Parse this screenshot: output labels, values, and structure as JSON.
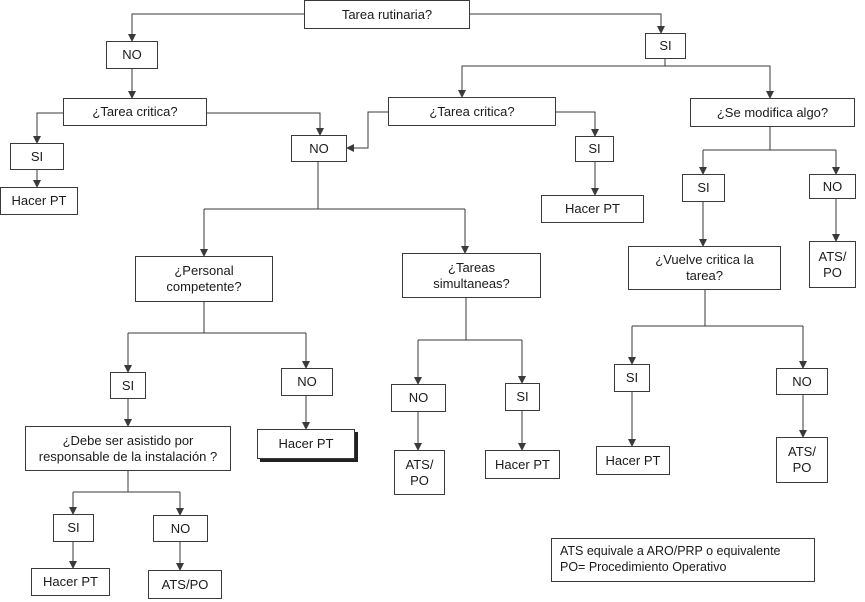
{
  "nodes": {
    "root": "Tarea rutinaria?",
    "no_top": "NO",
    "si_top": "SI",
    "crit_left": "¿Tarea critica?",
    "crit_mid": "¿Tarea critica?",
    "modifica": "¿Se modifica algo?",
    "si_left": "SI",
    "hacer_pt_left": "Hacer PT",
    "no_center": "NO",
    "si_mid": "SI",
    "hacer_pt_mid": "Hacer PT",
    "si_mod": "SI",
    "no_mod": "NO",
    "ats_po_mod": "ATS/\nPO",
    "personal": "¿Personal\ncompetente?",
    "tareas_sim": "¿Tareas\nsimultaneas?",
    "vuelve": "¿Vuelve critica la\ntarea?",
    "si_pers": "SI",
    "no_pers": "NO",
    "hacer_pt_pers": "Hacer PT",
    "no_sim": "NO",
    "si_sim": "SI",
    "ats_po_sim": "ATS/\nPO",
    "hacer_pt_sim": "Hacer PT",
    "si_vuelve": "SI",
    "no_vuelve": "NO",
    "hacer_pt_vuelve": "Hacer PT",
    "ats_po_vuelve": "ATS/\nPO",
    "asistido": "¿Debe ser asistido por\nresponsable de la instalación ?",
    "si_asist": "SI",
    "no_asist": "NO",
    "hacer_pt_asist": "Hacer PT",
    "ats_po_asist": "ATS/PO"
  },
  "legend": {
    "line1": "ATS equivale a ARO/PRP o equivalente",
    "line2": "PO= Procedimiento Operativo"
  },
  "colors": {
    "stroke": "#3a3a3a",
    "text": "#1a1a1a",
    "background": "#ffffff"
  }
}
